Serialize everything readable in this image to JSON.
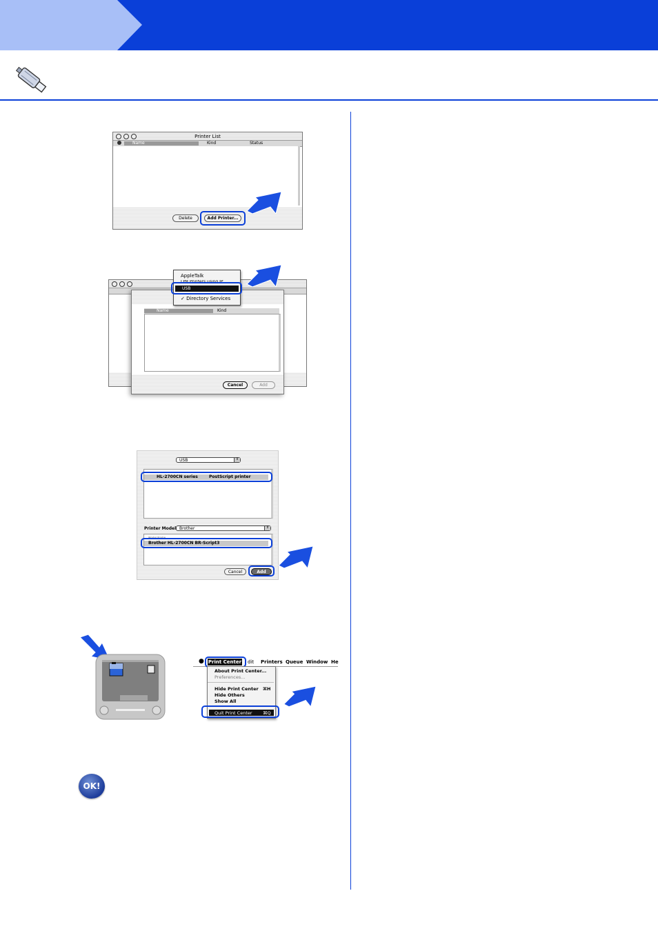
{
  "step1": {
    "title": "Printer List",
    "col_name": "Name",
    "col_kind": "Kind",
    "col_status": "Status",
    "delete_label": "Delete",
    "add_printer_label": "Add Printer..."
  },
  "step2": {
    "menu_appletalk": "AppleTalk",
    "menu_lpr": "LPR Printers using IP",
    "menu_usb": "USB",
    "menu_directory": "Directory Services",
    "col_name": "Name",
    "col_kind": "Kind",
    "cancel_label": "Cancel",
    "add_label": "Add"
  },
  "step3": {
    "connection_value": "USB",
    "printer_name": "HL-2700CN series",
    "printer_kind": "PostScript printer",
    "model_label": "Printer Model:",
    "model_value": "Brother",
    "model_list_header": "Model Name",
    "model_item": "Brother HL-2700CN BR-Script3",
    "cancel_label": "Cancel",
    "add_label": "Add"
  },
  "step4": {
    "menu_app": "Print Center",
    "menu_edit": "dit",
    "menu_printers": "Printers",
    "menu_queue": "Queue",
    "menu_window": "Window",
    "menu_help": "He",
    "item_about": "About Print Center...",
    "item_prefs": "Preferences...",
    "item_hide": "Hide Print Center",
    "item_hide_shortcut": "⌘H",
    "item_hide_others": "Hide Others",
    "item_show_all": "Show All",
    "item_quit": "Quit Print Center",
    "item_quit_shortcut": "⌘Q"
  },
  "ok_badge": "OK!",
  "colors": {
    "header_blue": "#0a3fd8",
    "tab_light": "#a8bff7",
    "highlight": "#0a3fd8",
    "arrow": "#1a4fe0"
  },
  "icons": {
    "usb": "usb-cable-icon",
    "arrow": "pointer-arrow-icon",
    "ok": "ok-badge-icon",
    "apple": "apple-menu-icon"
  }
}
